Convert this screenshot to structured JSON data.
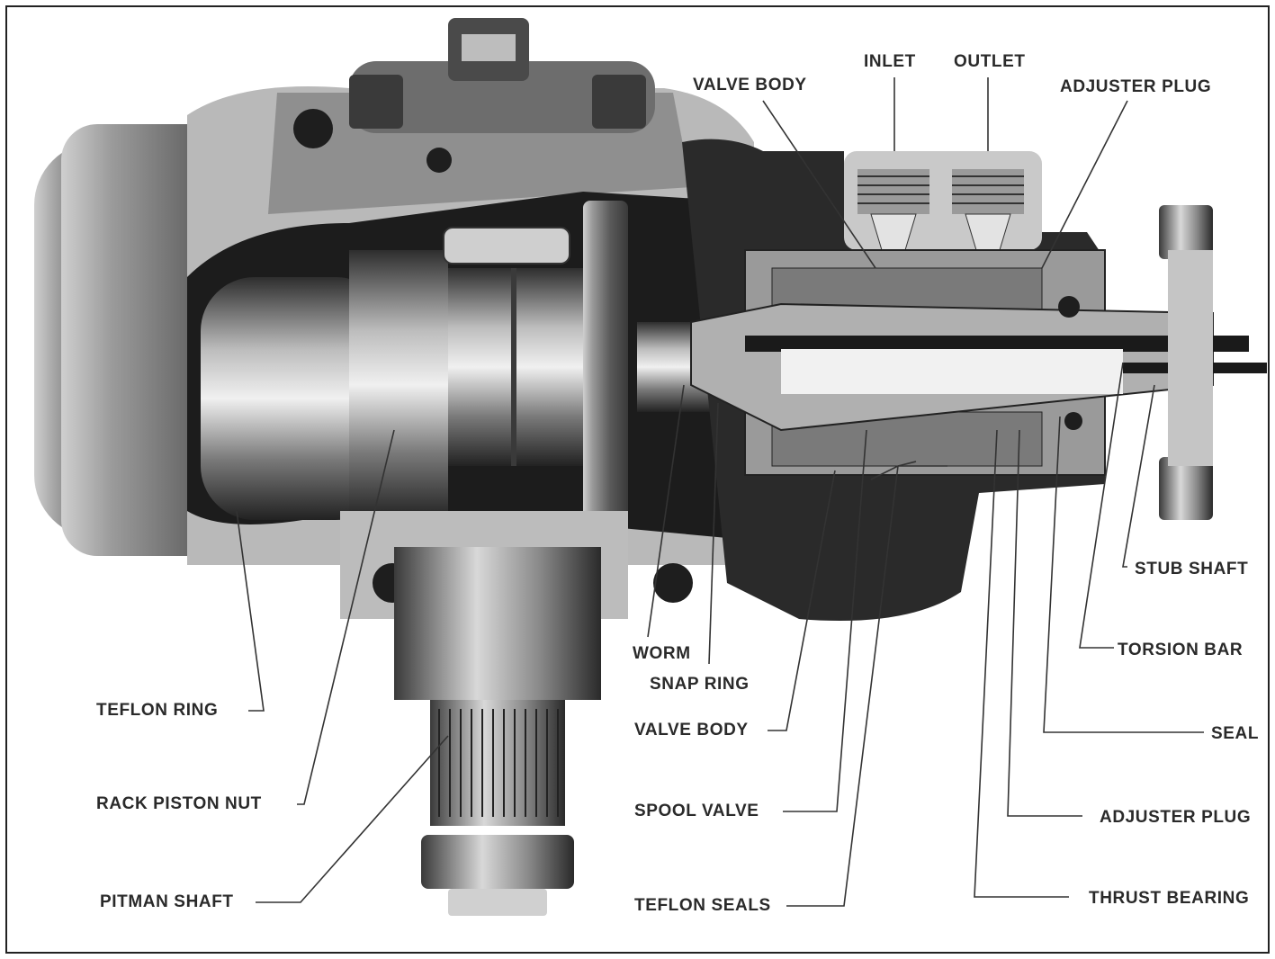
{
  "figure": {
    "labels": {
      "inlet": "INLET",
      "outlet": "OUTLET",
      "valve_body_top": "VALVE BODY",
      "adjuster_plug_top": "ADJUSTER PLUG",
      "stub_shaft": "STUB SHAFT",
      "torsion_bar": "TORSION BAR",
      "seal": "SEAL",
      "adjuster_plug_bottom": "ADJUSTER PLUG",
      "thrust_bearing": "THRUST BEARING",
      "worm": "WORM",
      "snap_ring": "SNAP RING",
      "valve_body_bottom": "VALVE BODY",
      "spool_valve": "SPOOL VALVE",
      "teflon_seals": "TEFLON SEALS",
      "teflon_ring": "TEFLON RING",
      "rack_piston_nut": "RACK PISTON NUT",
      "pitman_shaft": "PITMAN SHAFT"
    },
    "colors": {
      "ink": "#2a2a2a",
      "housing_dark": "#2b2b2b",
      "housing_mid": "#8a8a8a",
      "housing_light": "#d9d9d9"
    }
  }
}
